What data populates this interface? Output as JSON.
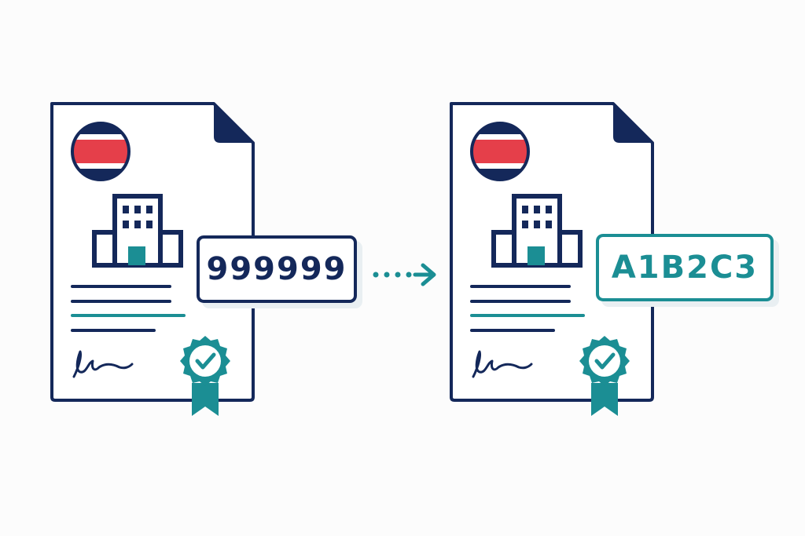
{
  "colors": {
    "navy": "#14285a",
    "teal": "#1b8e94",
    "red": "#e53f4a",
    "background": "#fcfcfc"
  },
  "documents": [
    {
      "id": "original",
      "icons": [
        "flag-icon",
        "building-icon",
        "text-lines",
        "signature-icon",
        "certified-seal-icon"
      ],
      "code": "999999"
    },
    {
      "id": "converted",
      "icons": [
        "flag-icon",
        "building-icon",
        "text-lines",
        "signature-icon",
        "certified-seal-icon"
      ],
      "code": "A1B2C3"
    }
  ],
  "connector": {
    "icon": "dotted-arrow-right-icon"
  }
}
